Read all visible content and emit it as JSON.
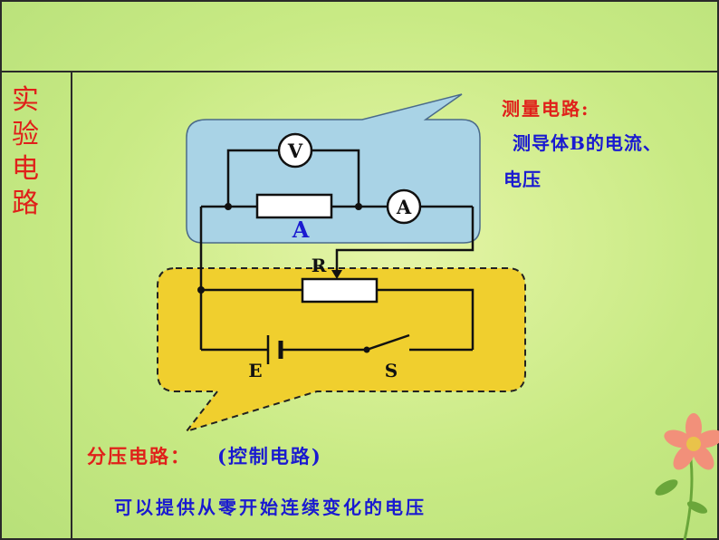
{
  "side_title": [
    "实",
    "验",
    "电",
    "路"
  ],
  "measure": {
    "title": "测量电路:",
    "desc_line1": "测导体B的电流、",
    "desc_line2": "电压"
  },
  "divider": {
    "title": "分压电路：",
    "paren": "(控制电路)",
    "desc": "可以提供从零开始连续变化的电压"
  },
  "circuit": {
    "voltmeter": "V",
    "ammeter": "A",
    "resistor_a": "A",
    "rheostat": "R",
    "source": "E",
    "switch": "S"
  },
  "colors": {
    "measure_box": "#a9d3e6",
    "divider_box": "#f0cf2e",
    "title_red": "#e0201a",
    "text_blue": "#1a1ad0"
  }
}
